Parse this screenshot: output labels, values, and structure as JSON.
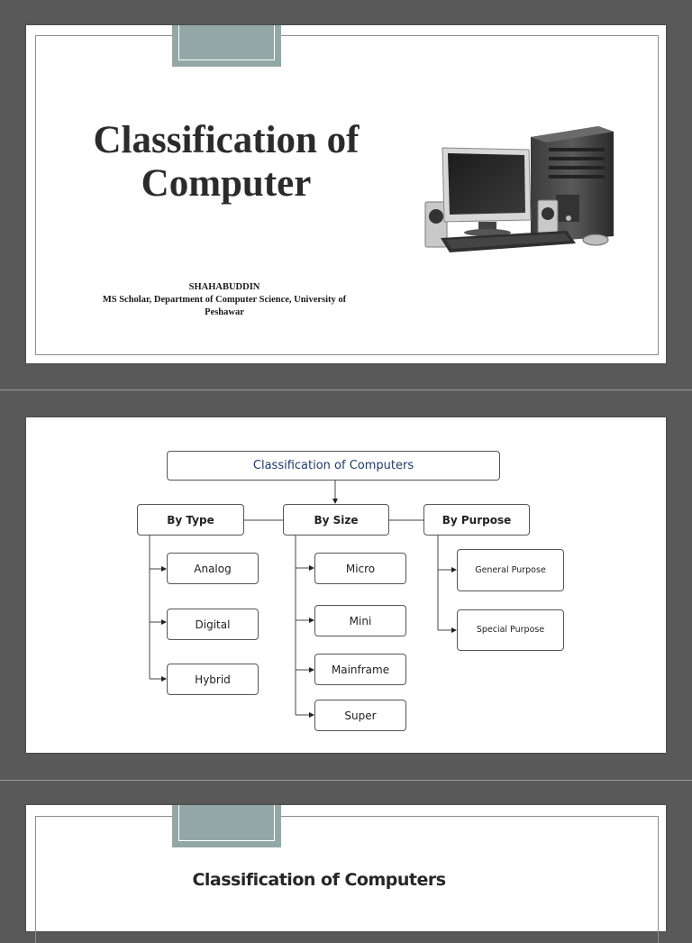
{
  "slide1": {
    "title_line1": "Classification of",
    "title_line2": "Computer",
    "author_name": "SHAHABUDDIN",
    "author_affiliation": "MS Scholar, Department of Computer Science, University of Peshawar",
    "illustration_icon": "desktop-computer-icon"
  },
  "slide2": {
    "root": "Classification  of Computers",
    "categories": [
      {
        "label": "By Type",
        "items": [
          "Analog",
          "Digital",
          "Hybrid"
        ]
      },
      {
        "label": "By Size",
        "items": [
          "Micro",
          "Mini",
          "Mainframe",
          "Super"
        ]
      },
      {
        "label": "By Purpose",
        "items": [
          "General Purpose",
          "Special Purpose"
        ]
      }
    ]
  },
  "slide3": {
    "title": "Classification of Computers"
  },
  "colors": {
    "background": "#595959",
    "tab": "#93a8a6",
    "chart_title": "#1f3b66"
  }
}
